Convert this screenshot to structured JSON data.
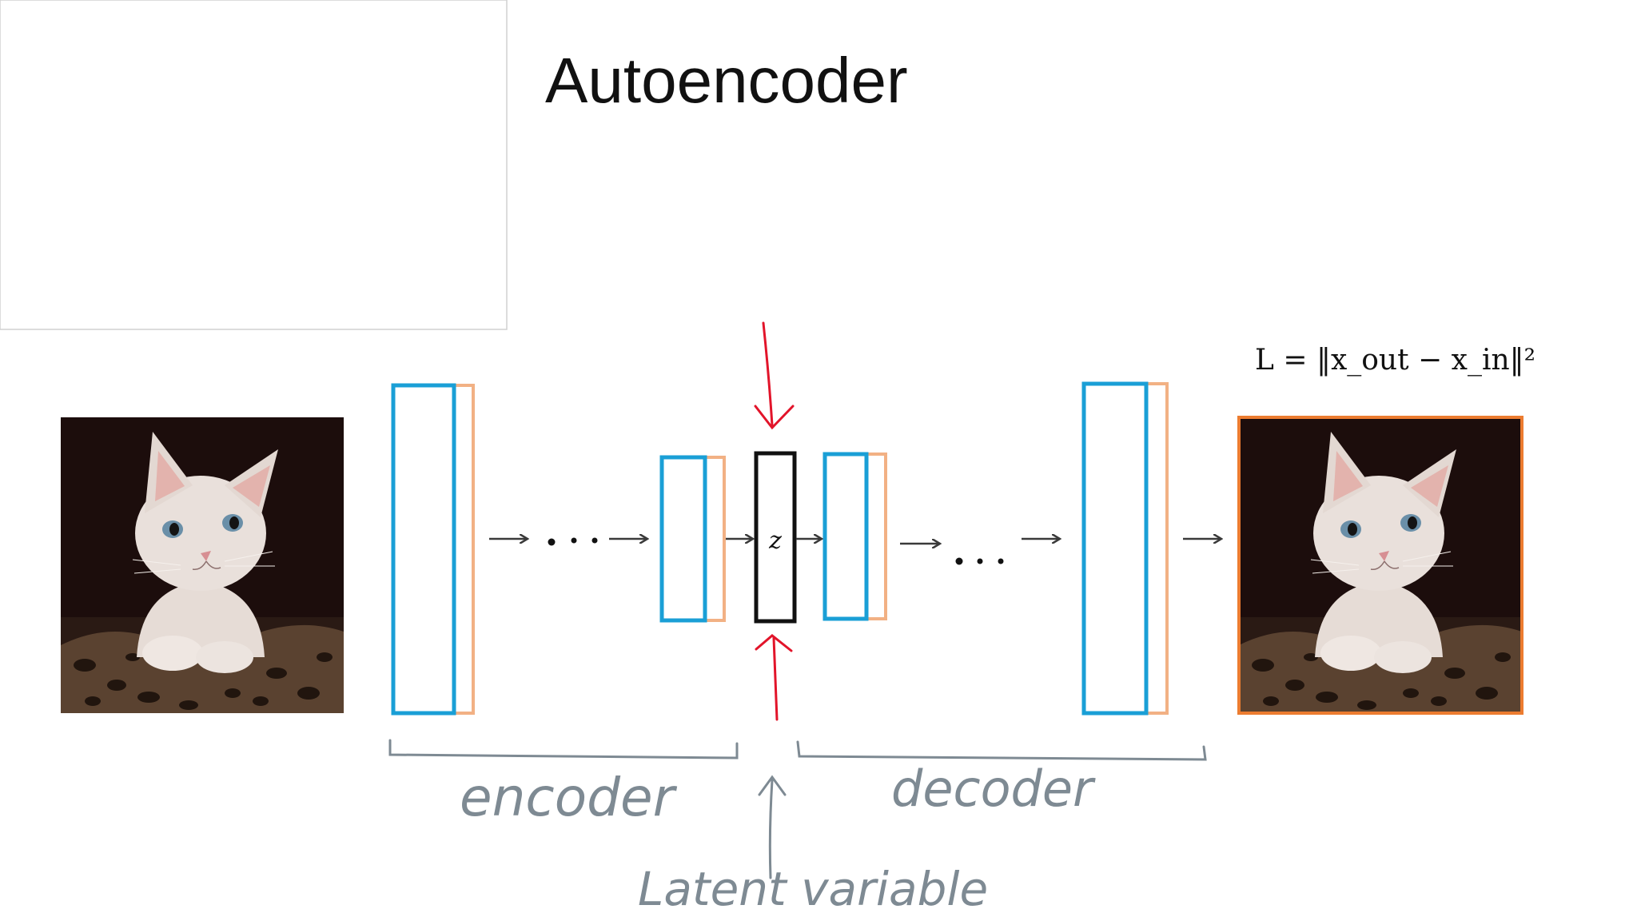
{
  "slide": {
    "title": "Autoencoder",
    "loss_formula": "L = ‖x_out − x_in‖²",
    "latent_symbol": "z"
  },
  "annotations": {
    "encoder_label": "encoder",
    "decoder_label": "decoder",
    "latent_label": "Latent variable"
  },
  "images": {
    "input_image": "kitten-photo",
    "output_image": "kitten-photo"
  },
  "colors": {
    "layer_blue": "#1a9fd6",
    "layer_orange": "#f2b184",
    "output_border": "#ec7c30",
    "arrow": "#3a3a3a",
    "annotation_gray": "#7e8a93",
    "red_arrow": "#e2142a"
  }
}
